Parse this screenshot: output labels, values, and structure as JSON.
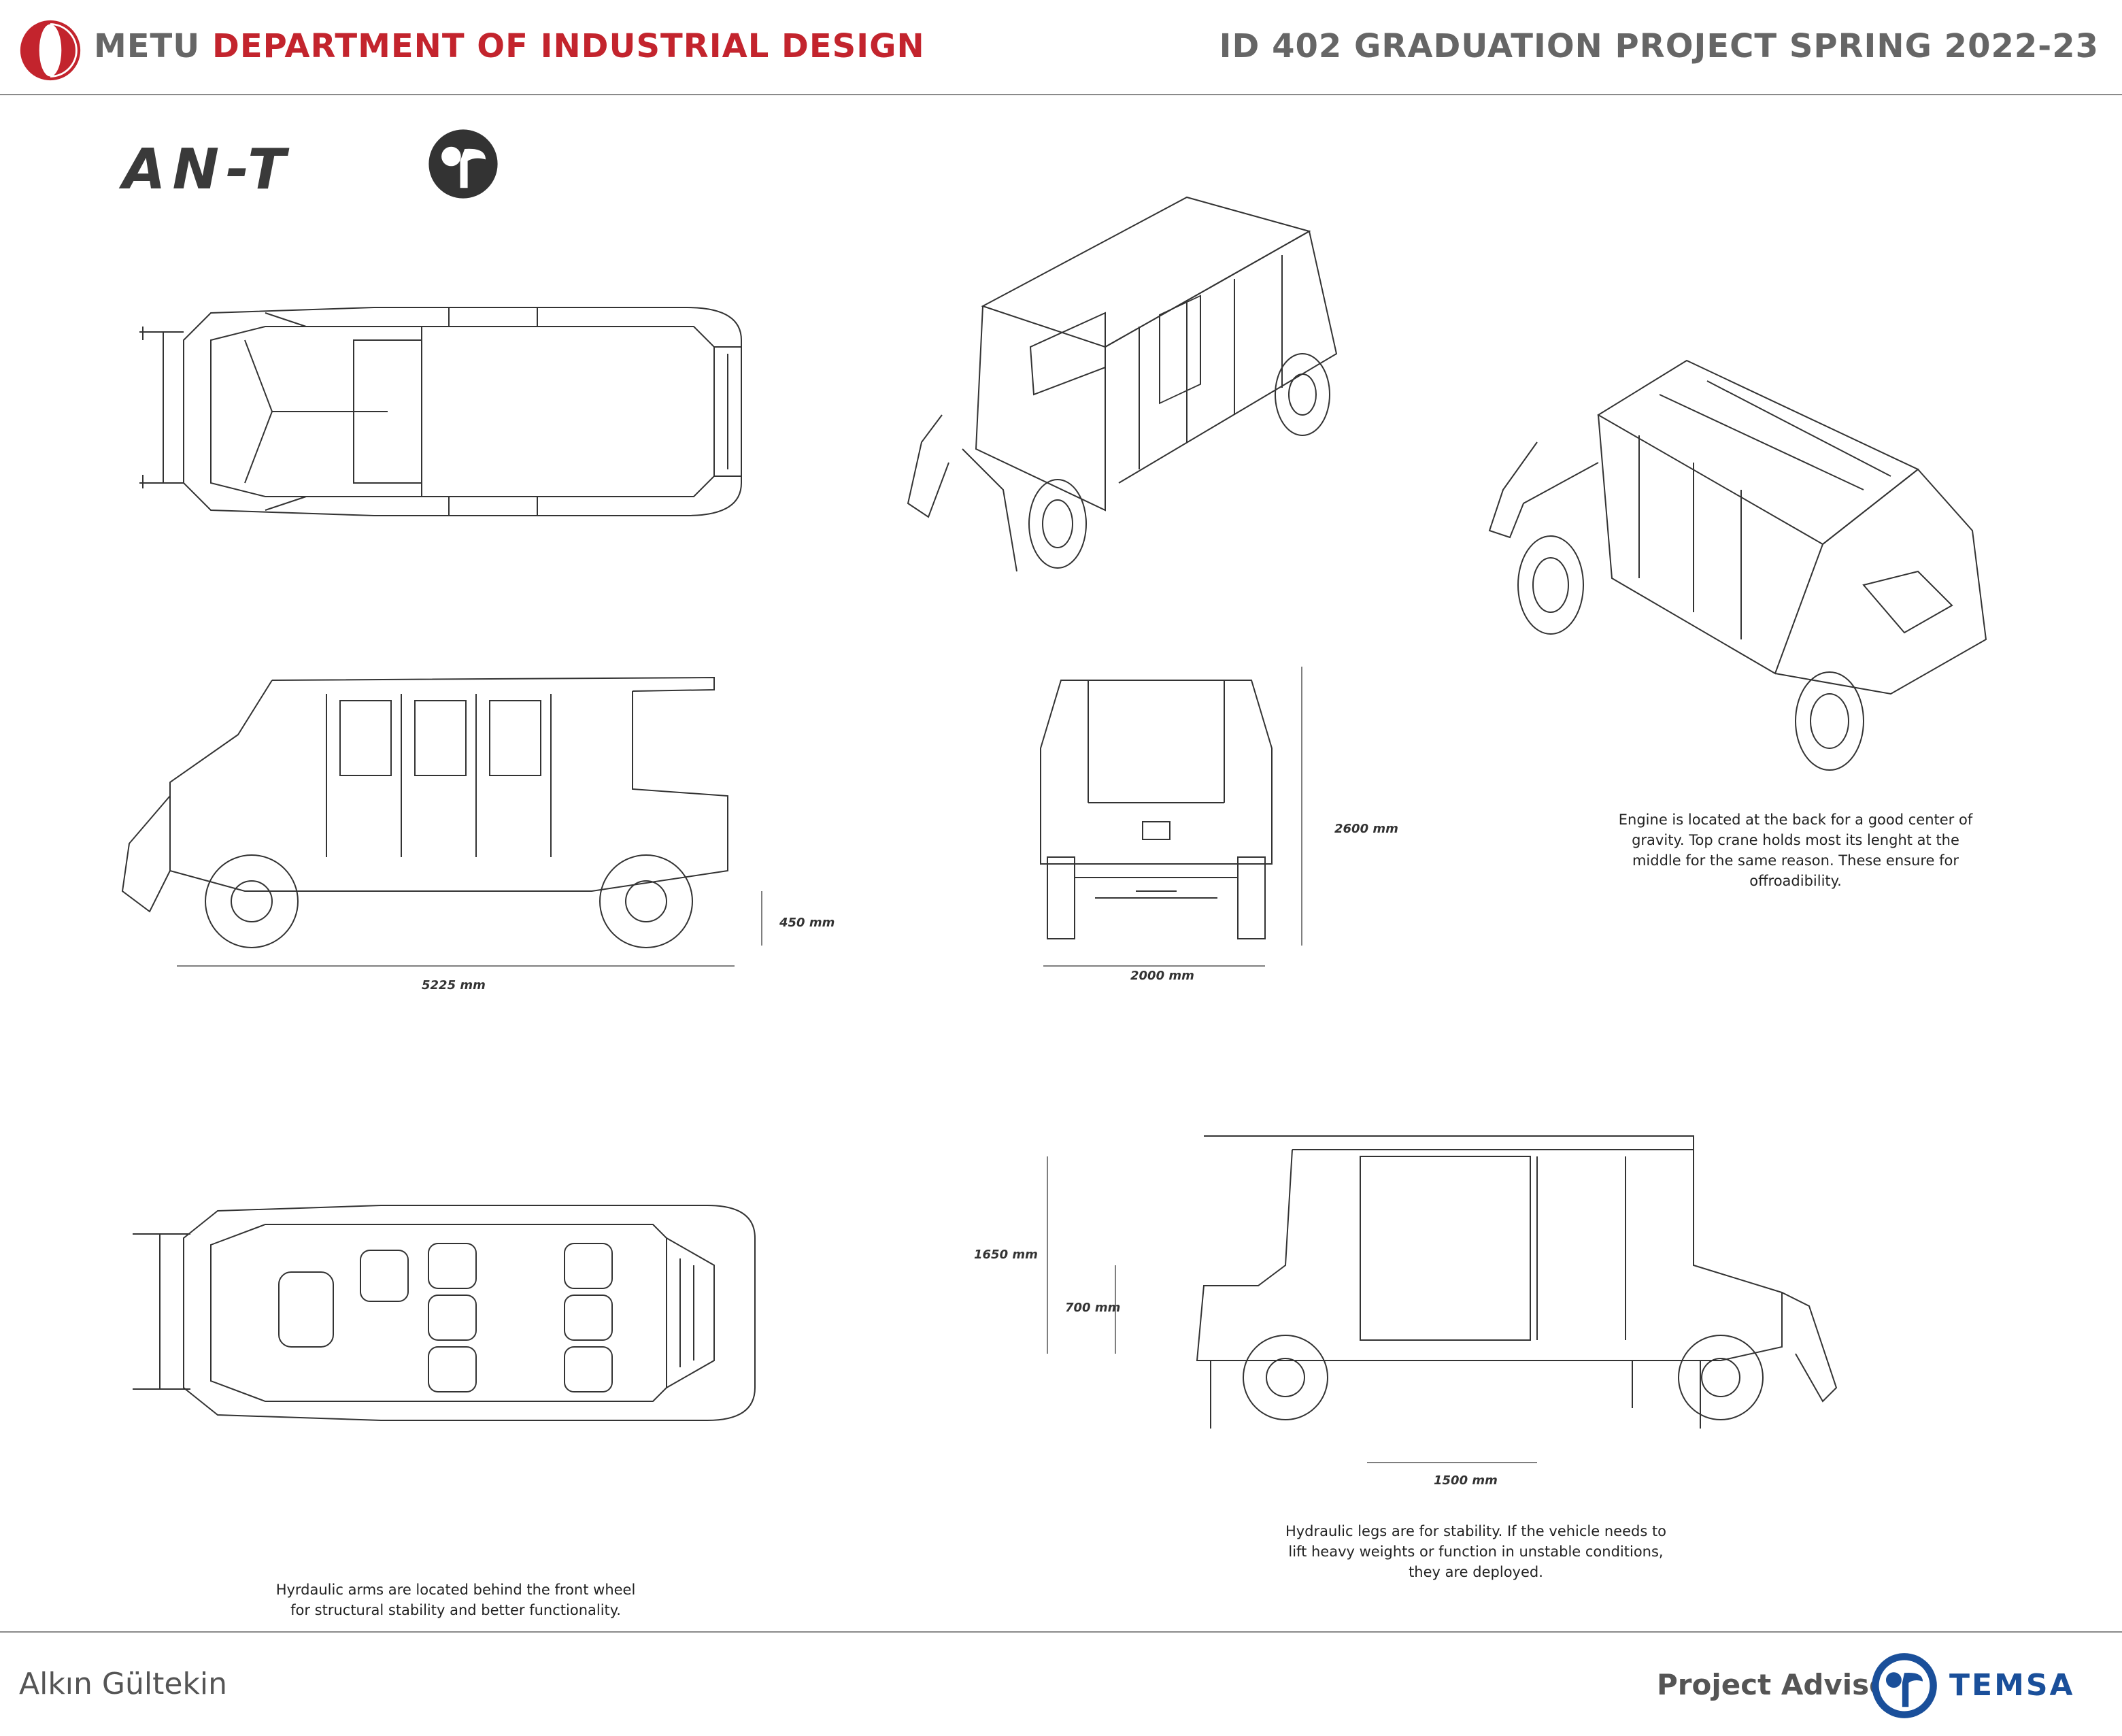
{
  "header": {
    "metu_prefix": "METU",
    "department": "DEPARTMENT OF INDUSTRIAL DESIGN",
    "course": "ID 402 GRADUATION PROJECT SPRING 2022-23"
  },
  "brand": {
    "name": "AN-T"
  },
  "dimensions": {
    "side_length": "5225 mm",
    "ground_clearance": "450 mm",
    "front_width": "2000 mm",
    "front_height": "2600 mm",
    "cabin_height": "1650 mm",
    "lower_height": "700 mm",
    "opening_width": "1500 mm"
  },
  "captions": {
    "engine": "Engine is located at the back for a good center of gravity. Top crane holds most its lenght at the middle for the same reason. These ensure for offroadibility.",
    "arms": "Hyrdaulic arms are located behind the front wheel for structural stability and better functionality.",
    "legs": "Hydraulic legs are for stability. If the vehicle needs to lift heavy weights or function in unstable conditions, they are deployed."
  },
  "footer": {
    "author": "Alkın Gültekin",
    "advisor_label": "Project Advisor:",
    "advisor_name": "TEMSA"
  },
  "colors": {
    "metu_red": "#c3242d",
    "temsa_blue": "#1a4f9a",
    "line": "#333333"
  }
}
